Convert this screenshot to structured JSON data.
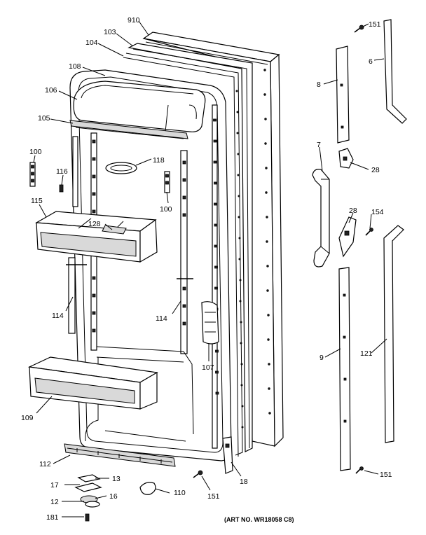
{
  "caption": "(ART NO. WR18058 C8)",
  "callouts": {
    "c910": "910",
    "c103": "103",
    "c104": "104",
    "c108": "108",
    "c106": "106",
    "c105": "105",
    "c100a": "100",
    "c116": "116",
    "c118": "118",
    "c100b": "100",
    "c115": "115",
    "c128": "128",
    "c114a": "114",
    "c114b": "114",
    "c107": "107",
    "c109": "109",
    "c112": "112",
    "c13": "13",
    "c17": "17",
    "c16": "16",
    "c110": "110",
    "c151a": "151",
    "c12": "12",
    "c181": "181",
    "c18": "18",
    "c151b": "151",
    "c6": "6",
    "c8": "8",
    "c7": "7",
    "c28a": "28",
    "c28b": "28",
    "c154": "154",
    "c9": "9",
    "c121": "121",
    "c151c": "151"
  }
}
